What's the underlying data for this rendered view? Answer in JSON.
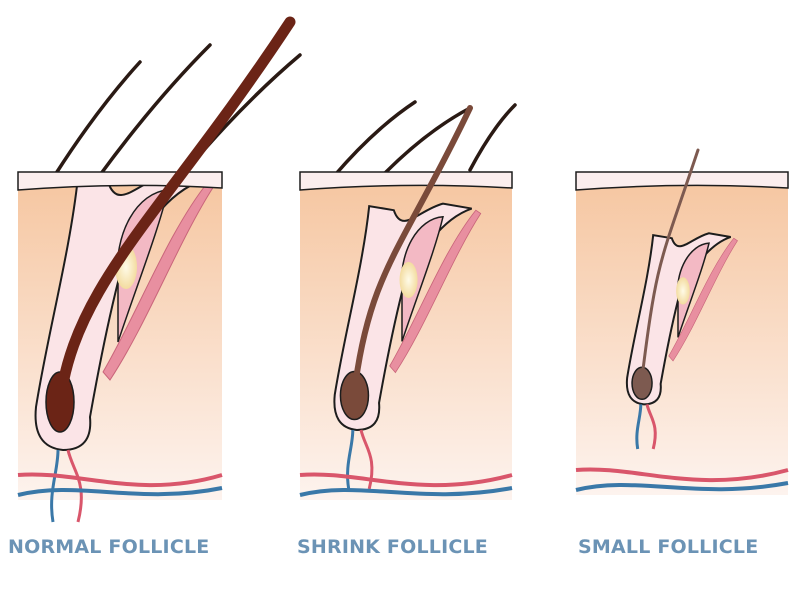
{
  "panels": [
    {
      "label": "NORMAL FOLLICLE",
      "hair_color": "#6b2416"
    },
    {
      "label": "SHRINK FOLLICLE",
      "hair_color": "#7a4a3a"
    },
    {
      "label": "SMALL FOLLICLE",
      "hair_color": "#7d5a50"
    }
  ],
  "colors": {
    "skin_top": "#f6c7a2",
    "skin_bottom": "#fdf3ee",
    "sheath": "#fbe4e7",
    "artery": "#d9566b",
    "vein": "#3a78a8",
    "label": "#6b93b5"
  }
}
